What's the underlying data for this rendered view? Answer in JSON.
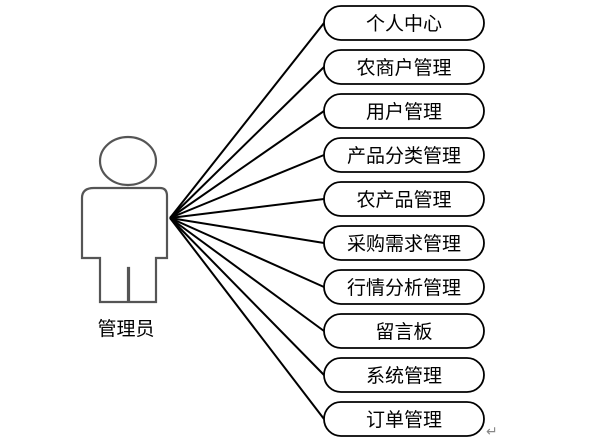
{
  "actor": {
    "label": "管理员"
  },
  "use_cases": [
    "个人中心",
    "农商户管理",
    "用户管理",
    "产品分类管理",
    "农产品管理",
    "采购需求管理",
    "行情分析管理",
    "留言板",
    "系统管理",
    "订单管理"
  ],
  "paragraph_mark": "↵"
}
